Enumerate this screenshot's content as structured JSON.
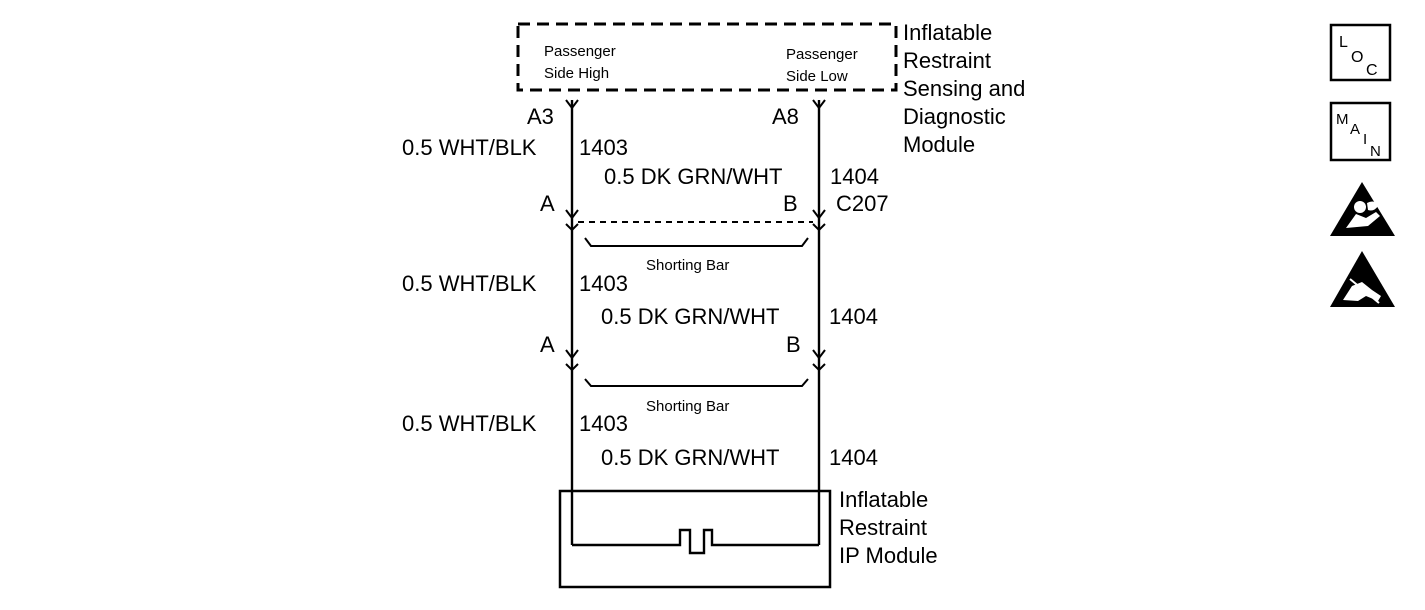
{
  "module_top": {
    "title_lines": [
      "Inflatable",
      "Restraint",
      "Sensing and",
      "Diagnostic",
      "Module"
    ],
    "pin_left": [
      "Passenger",
      "Side High"
    ],
    "pin_right": [
      "Passenger",
      "Side Low"
    ]
  },
  "terminals": {
    "a3": "A3",
    "a8": "A8",
    "a1": "A",
    "b1": "B",
    "a2": "A",
    "b2": "B"
  },
  "connector": {
    "name": "C207"
  },
  "wires": {
    "left_label": "0.5 WHT/BLK",
    "left_circuit": "1403",
    "right_label": "0.5 DK GRN/WHT",
    "right_circuit": "1404"
  },
  "shorting_bar": {
    "label": "Shorting Bar"
  },
  "module_bottom": {
    "title_lines": [
      "Inflatable",
      "Restraint",
      "IP Module"
    ]
  },
  "side_icons": {
    "loc": [
      "L",
      "O",
      "C"
    ],
    "main": [
      "M",
      "A",
      "I",
      "N"
    ],
    "icon_names": [
      "loc-icon",
      "main-icon",
      "airbag-warning-icon",
      "esd-warning-icon"
    ]
  }
}
